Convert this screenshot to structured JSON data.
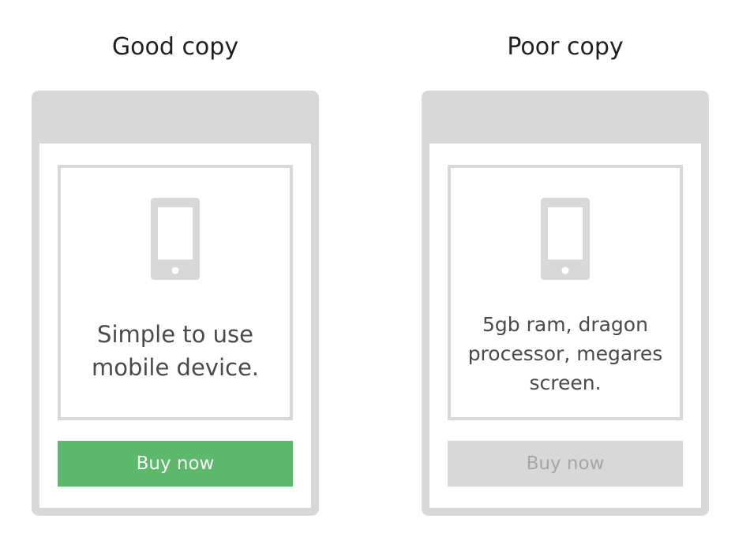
{
  "good": {
    "title": "Good copy",
    "copy_line1": "Simple to use",
    "copy_line2": "mobile device.",
    "button_label": "Buy now",
    "button_color": "#5cb86b"
  },
  "poor": {
    "title": "Poor copy",
    "copy_line1": "5gb ram, dragon",
    "copy_line2": "processor, megares",
    "copy_line3": "screen.",
    "button_label": "Buy now",
    "button_color": "#d8d8d8"
  },
  "icons": {
    "device": "smartphone-icon"
  },
  "colors": {
    "frame": "#d8d8d8",
    "text": "#4a4a4a",
    "title": "#1f1f1f"
  }
}
